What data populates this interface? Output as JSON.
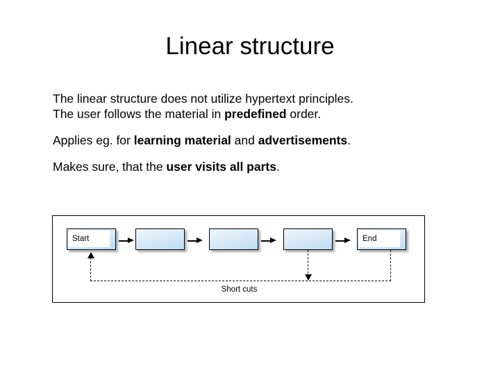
{
  "slide": {
    "title": "Linear structure",
    "paragraphs": [
      {
        "id": "p1",
        "runs": [
          {
            "text": "The linear structure does not utilize hypertext principles.",
            "bold": false
          },
          {
            "text": "The user follows the material in ",
            "bold": false
          },
          {
            "text": "predefined",
            "bold": true
          },
          {
            "text": " order.",
            "bold": false
          }
        ],
        "line1_plain": "The linear structure does not utilize hypertext principles.",
        "line2_prefix": "The user follows the material in ",
        "line2_bold": "predefined",
        "line2_suffix": " order."
      },
      {
        "id": "p2",
        "prefix": "Applies eg. for ",
        "bold1": "learning material",
        "middle": " and ",
        "bold2": "advertisements",
        "suffix": "."
      },
      {
        "id": "p3",
        "prefix": "Makes sure, that the ",
        "bold1": "user visits all parts",
        "suffix": "."
      }
    ]
  },
  "diagram": {
    "name": "linear-structure-flow",
    "caption": "Short cuts",
    "nodes": [
      {
        "id": "n1",
        "label": "Start",
        "has_label": true
      },
      {
        "id": "n2",
        "label": "",
        "has_label": false
      },
      {
        "id": "n3",
        "label": "",
        "has_label": false
      },
      {
        "id": "n4",
        "label": "",
        "has_label": false
      },
      {
        "id": "n5",
        "label": "End",
        "has_label": true
      }
    ],
    "connectors": [
      {
        "from": "n1",
        "to": "n2",
        "style": "solid",
        "direction": "right"
      },
      {
        "from": "n2",
        "to": "n3",
        "style": "solid",
        "direction": "right"
      },
      {
        "from": "n3",
        "to": "n4",
        "style": "solid",
        "direction": "right"
      },
      {
        "from": "n4",
        "to": "n5",
        "style": "solid",
        "direction": "right"
      },
      {
        "from": "n5",
        "to": "n1",
        "style": "dashed",
        "direction": "up",
        "label": "Short cuts"
      },
      {
        "from": "n4",
        "to": "shortcut-bus",
        "style": "dashed",
        "direction": "down"
      }
    ],
    "colors": {
      "box_fill_top": "#eef6fd",
      "box_fill_mid": "#dcebf9",
      "box_fill_bottom": "#bcdcf3",
      "box_border": "#000000",
      "label_plate": "#ffffff",
      "frame_border": "#000000",
      "background": "#ffffff",
      "text": "#000000"
    }
  }
}
